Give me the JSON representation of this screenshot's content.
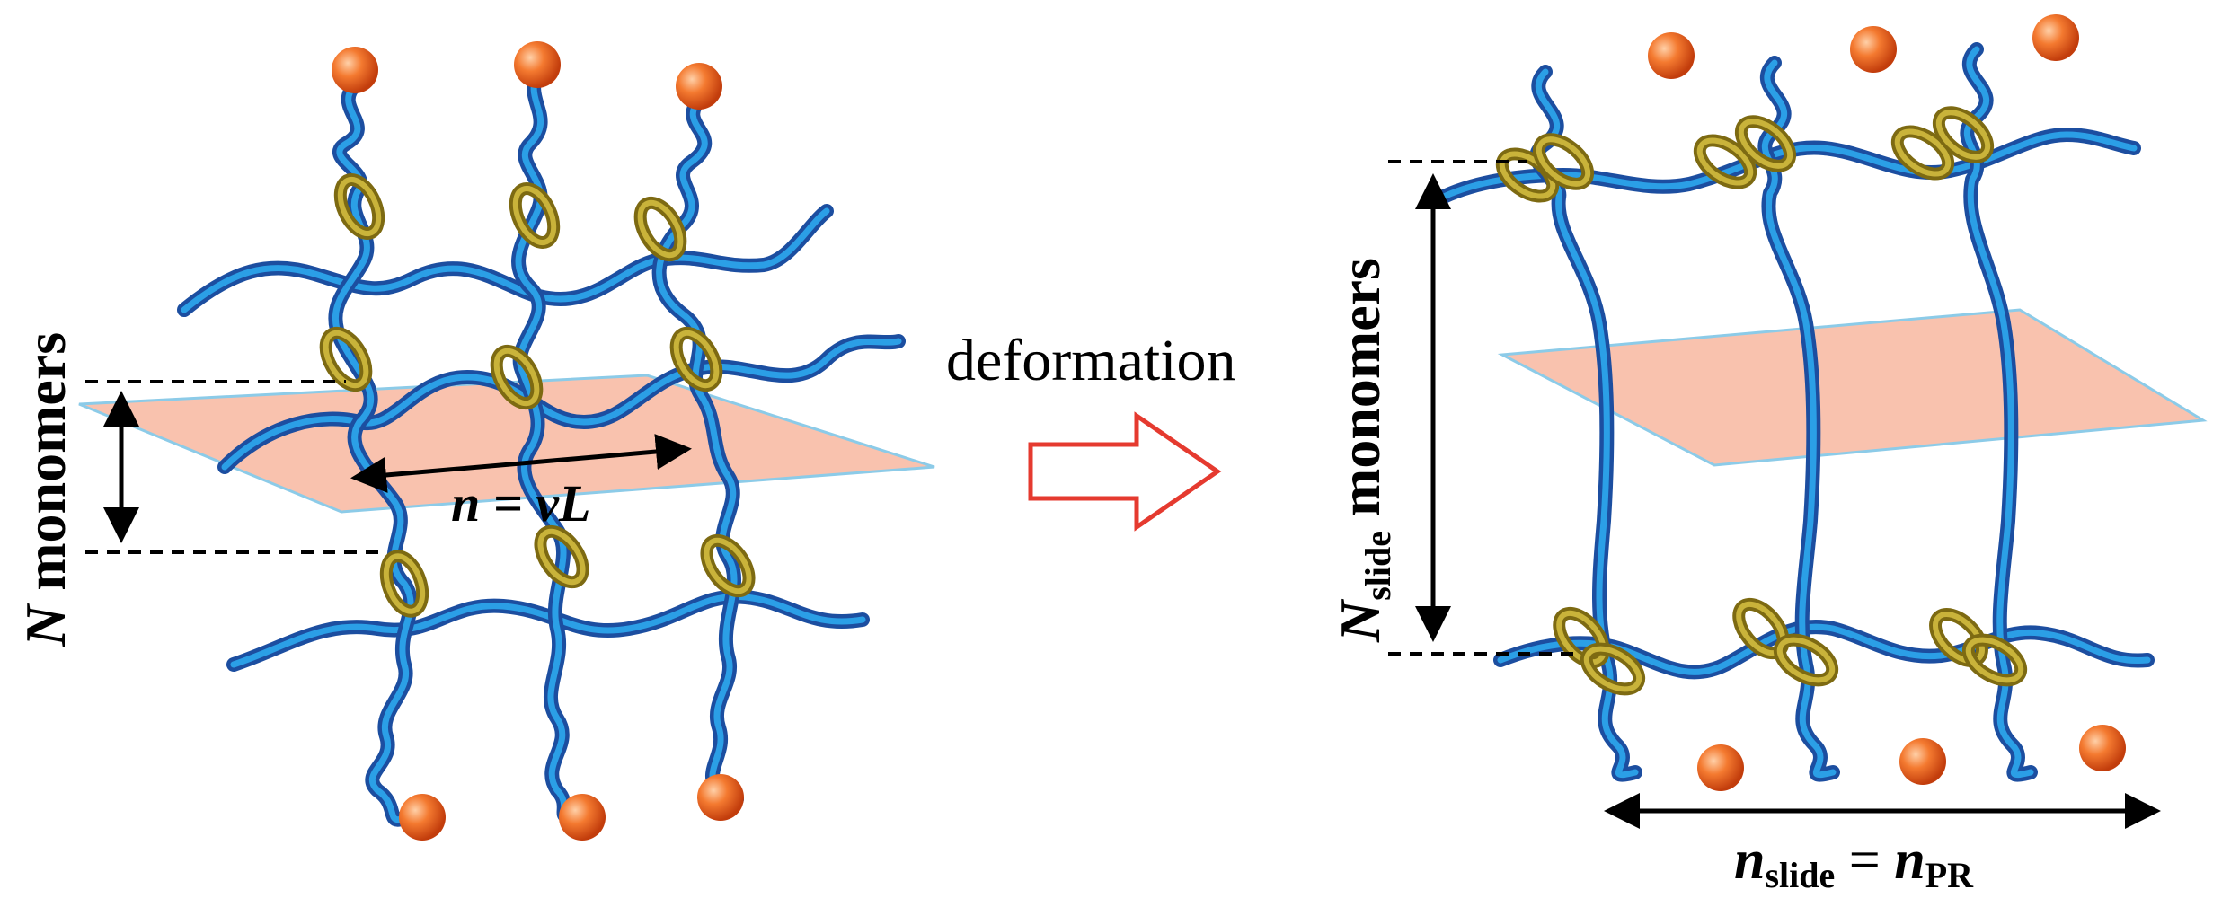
{
  "left_panel": {
    "vertical_label_var": "N",
    "vertical_label_word": " monomers",
    "horizontal_label": "n = vL"
  },
  "transition": {
    "label": "deformation"
  },
  "right_panel": {
    "vertical_label_var": "N",
    "vertical_label_sub": "slide",
    "vertical_label_word": " monomers",
    "horizontal_label_lhs": "n",
    "horizontal_label_lhs_sub": "slide",
    "horizontal_label_eq": " = ",
    "horizontal_label_rhs": "n",
    "horizontal_label_rhs_sub": "PR"
  },
  "colors": {
    "chain_dark": "#1c4ea0",
    "chain_light": "#2b9fe6",
    "ring_dark": "#7d6a12",
    "ring_light": "#c9b33a",
    "plane_fill": "#f8b7a0",
    "plane_edge": "#8ccbe8",
    "end_bead": "#ee5a1c",
    "arrow_outline": "#e53a2f"
  }
}
